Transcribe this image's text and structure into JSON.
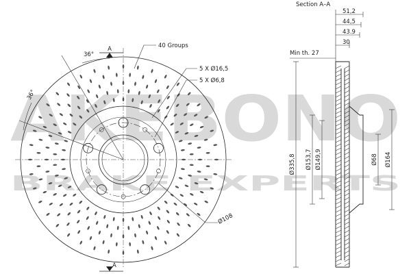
{
  "brand": {
    "watermark_top": "AKEBONO",
    "watermark_bottom": "BRAKE EXPERTS",
    "watermark_color": "#d9d9d9"
  },
  "front_view": {
    "section_marker": "A",
    "groups_label": "40 Groups",
    "bolt_holes_label": "5 X Ø16,5",
    "small_holes_label": "5 X Ø6,8",
    "angle_label_1": "36°",
    "angle_label_2": "36°",
    "pcd_label": "Ø108"
  },
  "section_view": {
    "title": "Section A–A",
    "min_thickness": "Min th. 27",
    "widths": [
      "51,2",
      "44,5",
      "43.9",
      "30"
    ],
    "diameters": [
      "Ø335,8",
      "Ø153,7",
      "Ø149,9",
      "Ø68",
      "Ø164"
    ]
  }
}
